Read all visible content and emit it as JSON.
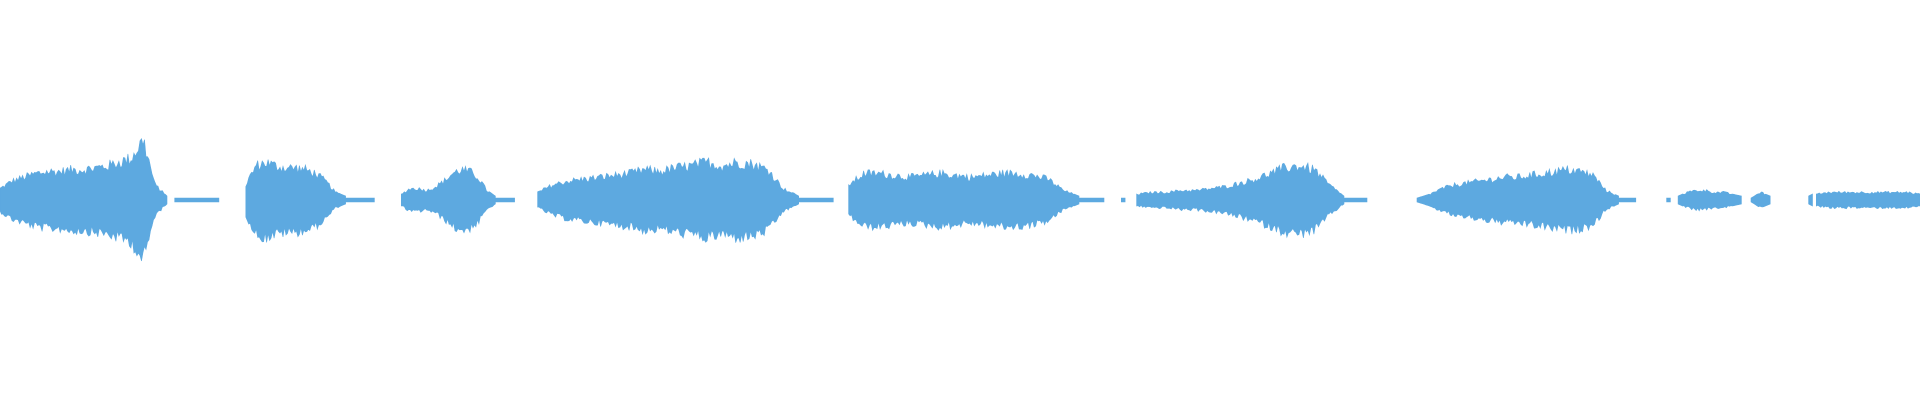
{
  "waveform": {
    "color": "#5DA9E0",
    "background": "#FFFFFF",
    "amplitude_scale": 1.0,
    "segments": [
      {
        "id": "clip-1",
        "start": 0.0,
        "end": 0.087,
        "envelope": [
          0.06,
          0.1,
          0.12,
          0.14,
          0.15,
          0.15,
          0.16,
          0.16,
          0.17,
          0.18,
          0.2,
          0.22,
          0.32,
          0.08,
          0.02
        ]
      },
      {
        "id": "clip-2",
        "start": 0.091,
        "end": 0.114,
        "envelope": [
          0.01,
          0.01,
          0.01,
          0.01,
          0.01,
          0.01
        ]
      },
      {
        "id": "clip-3",
        "start": 0.128,
        "end": 0.18,
        "envelope": [
          0.08,
          0.18,
          0.2,
          0.18,
          0.17,
          0.17,
          0.16,
          0.14,
          0.1,
          0.04,
          0.02
        ]
      },
      {
        "id": "clip-4",
        "start": 0.18,
        "end": 0.195,
        "envelope": [
          0.01,
          0.01,
          0.01,
          0.01
        ]
      },
      {
        "id": "clip-5",
        "start": 0.209,
        "end": 0.258,
        "envelope": [
          0.03,
          0.06,
          0.06,
          0.05,
          0.07,
          0.1,
          0.14,
          0.16,
          0.15,
          0.12,
          0.05,
          0.02
        ]
      },
      {
        "id": "clip-6",
        "start": 0.258,
        "end": 0.268,
        "envelope": [
          0.01,
          0.01,
          0.01
        ]
      },
      {
        "id": "clip-7",
        "start": 0.28,
        "end": 0.416,
        "envelope": [
          0.04,
          0.08,
          0.1,
          0.11,
          0.12,
          0.13,
          0.14,
          0.16,
          0.15,
          0.17,
          0.18,
          0.2,
          0.18,
          0.2,
          0.19,
          0.16,
          0.06,
          0.02
        ]
      },
      {
        "id": "clip-8",
        "start": 0.416,
        "end": 0.434,
        "envelope": [
          0.01,
          0.01,
          0.01,
          0.01
        ]
      },
      {
        "id": "clip-9",
        "start": 0.442,
        "end": 0.562,
        "envelope": [
          0.08,
          0.14,
          0.14,
          0.13,
          0.12,
          0.13,
          0.14,
          0.13,
          0.12,
          0.13,
          0.14,
          0.14,
          0.13,
          0.11,
          0.05,
          0.02
        ]
      },
      {
        "id": "clip-10",
        "start": 0.562,
        "end": 0.575,
        "envelope": [
          0.01,
          0.01,
          0.01
        ]
      },
      {
        "id": "clip-11",
        "start": 0.584,
        "end": 0.586,
        "envelope": [
          0.01,
          0.01
        ]
      },
      {
        "id": "clip-12",
        "start": 0.592,
        "end": 0.7,
        "envelope": [
          0.03,
          0.04,
          0.04,
          0.05,
          0.05,
          0.06,
          0.07,
          0.09,
          0.11,
          0.14,
          0.17,
          0.18,
          0.16,
          0.08,
          0.02
        ]
      },
      {
        "id": "clip-13",
        "start": 0.7,
        "end": 0.712,
        "envelope": [
          0.01,
          0.01,
          0.01
        ]
      },
      {
        "id": "clip-14",
        "start": 0.738,
        "end": 0.843,
        "envelope": [
          0.01,
          0.03,
          0.06,
          0.08,
          0.09,
          0.1,
          0.11,
          0.12,
          0.12,
          0.13,
          0.14,
          0.15,
          0.16,
          0.15,
          0.13,
          0.05,
          0.02
        ]
      },
      {
        "id": "clip-15",
        "start": 0.843,
        "end": 0.852,
        "envelope": [
          0.01,
          0.01,
          0.01
        ]
      },
      {
        "id": "clip-16",
        "start": 0.868,
        "end": 0.87,
        "envelope": [
          0.01,
          0.01
        ]
      },
      {
        "id": "clip-17",
        "start": 0.874,
        "end": 0.907,
        "envelope": [
          0.02,
          0.04,
          0.05,
          0.05,
          0.04,
          0.04,
          0.03,
          0.02
        ]
      },
      {
        "id": "clip-18",
        "start": 0.912,
        "end": 0.922,
        "envelope": [
          0.01,
          0.04,
          0.02
        ]
      },
      {
        "id": "clip-19",
        "start": 0.942,
        "end": 0.944,
        "envelope": [
          0.02,
          0.03
        ]
      },
      {
        "id": "clip-20",
        "start": 0.946,
        "end": 1.0,
        "envelope": [
          0.03,
          0.04,
          0.04,
          0.04,
          0.04,
          0.04,
          0.04,
          0.04,
          0.04,
          0.03
        ]
      }
    ]
  }
}
